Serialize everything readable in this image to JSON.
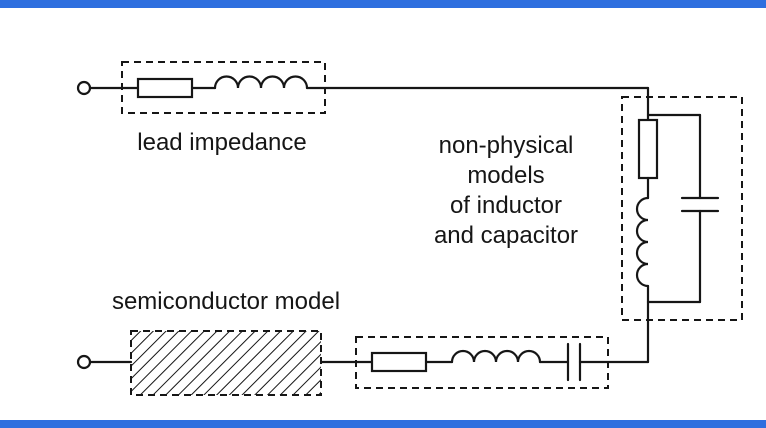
{
  "colors": {
    "accent_blue": "#2e6fdf",
    "ink": "#161616",
    "background": "#ffffff"
  },
  "diagram": {
    "labels": {
      "lead_impedance": "lead impedance",
      "semiconductor_model": "semiconductor model",
      "center": [
        "non-physical",
        "models",
        "of inductor",
        "and capacitor"
      ]
    },
    "components": {
      "top_branch": [
        "terminal",
        "resistor",
        "inductor"
      ],
      "right_branch": [
        "resistor",
        "inductor",
        "capacitor"
      ],
      "bottom_branch": [
        "terminal",
        "semiconductor",
        "resistor",
        "inductor",
        "capacitor"
      ]
    }
  }
}
